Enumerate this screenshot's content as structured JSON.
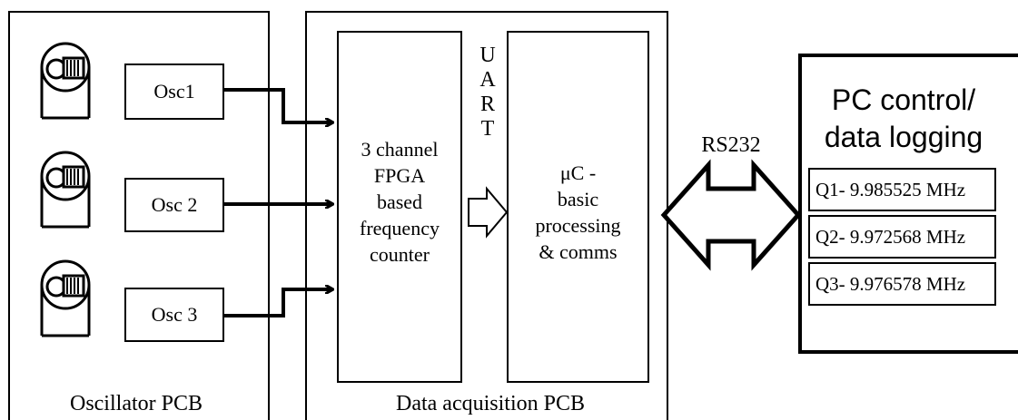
{
  "diagram": {
    "oscillator_pcb": {
      "caption": "Oscillator PCB",
      "oscillators": [
        {
          "label": "Osc1"
        },
        {
          "label": "Osc 2"
        },
        {
          "label": "Osc 3"
        }
      ]
    },
    "data_acquisition_pcb": {
      "caption": "Data acquisition PCB",
      "fpga_block": [
        "3 channel",
        "FPGA",
        "based",
        "frequency",
        "counter"
      ],
      "uart_letters": [
        "U",
        "A",
        "R",
        "T"
      ],
      "uc_block": [
        "μC -",
        "basic",
        "processing",
        "& comms"
      ]
    },
    "link_label": "RS232",
    "pc": {
      "title_lines": [
        "PC control/",
        "data logging"
      ],
      "readouts": [
        "Q1- 9.985525 MHz",
        "Q2- 9.972568 MHz",
        "Q3- 9.976578 MHz"
      ]
    },
    "icons": {
      "crystal": "crystal-resonator-icon"
    }
  }
}
